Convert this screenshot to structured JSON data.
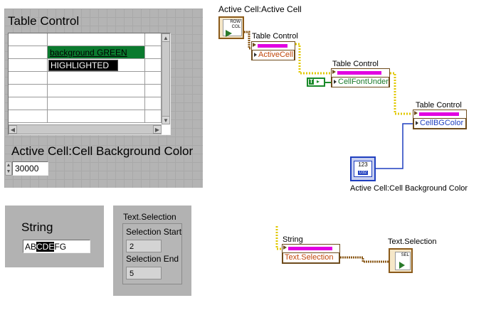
{
  "front_panel": {
    "table_control": {
      "label": "Table Control",
      "cell_green": "background GREEN",
      "cell_highlighted": "HIGHLIGHTED"
    },
    "bg_color_label": "Active Cell:Cell Background Color",
    "bg_color_value": "30000",
    "string_label": "String",
    "string_value_pre": "AB",
    "string_value_sel": "CDE",
    "string_value_post": "FG",
    "text_selection": {
      "label": "Text.Selection",
      "start_label": "Selection Start",
      "start_value": "2",
      "end_label": "Selection End",
      "end_value": "5"
    }
  },
  "block_diagram": {
    "active_cell_label": "Active Cell:Active Cell",
    "bundle_top": "ROW",
    "bundle_bottom": "COL",
    "node1_title": "Table Control",
    "node1_prop": "ActiveCell",
    "node2_title": "Table Control",
    "node2_prop": "CellFontUnder",
    "bool_const": "T",
    "node3_title": "Table Control",
    "node3_prop": "CellBGColor",
    "u32_const_top": "123",
    "u32_const_bottom": "U32",
    "bg_color_terminal_label": "Active Cell:Cell Background Color",
    "string_title": "String",
    "string_prop": "Text.Selection",
    "sel_title": "Text.Selection",
    "sel_icon": "SEL"
  },
  "colors": {
    "panel": "#b4b4b4",
    "green_cell": "#0a7a2e",
    "wire_cluster": "#8b5a1a",
    "wire_refnum": "#e1c800",
    "wire_u32": "#1f3fbf",
    "wire_bool": "#1a8a2a",
    "property_bar": "#e100e1"
  }
}
